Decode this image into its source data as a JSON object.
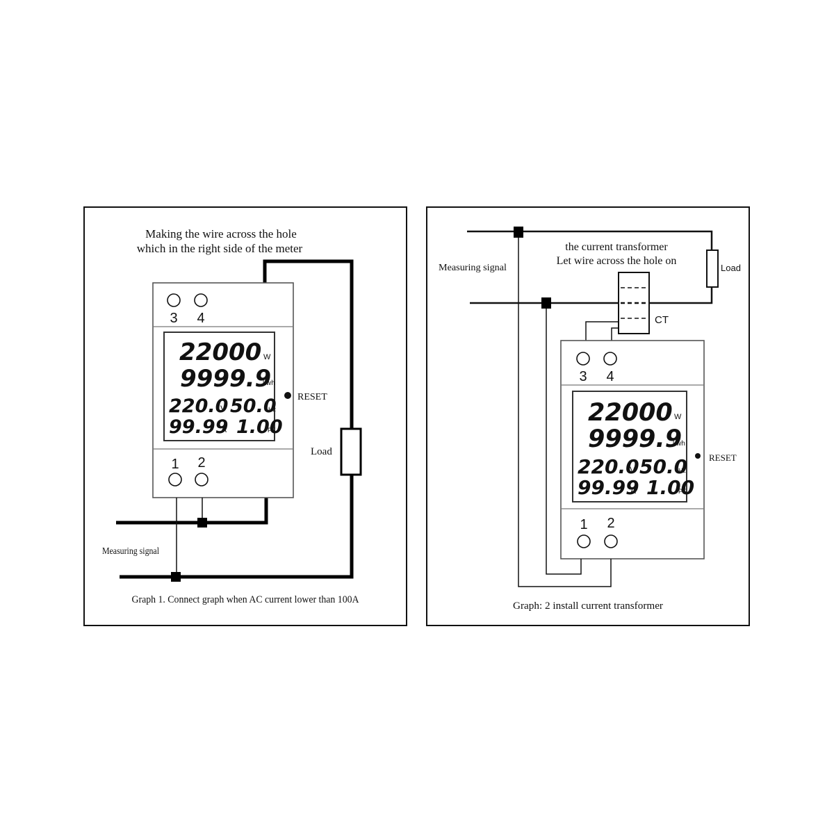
{
  "panel1": {
    "title_line1": "Making the wire across the hole",
    "title_line2": "which in the right side of the meter",
    "caption": "Graph 1. Connect graph when AC current lower than 100A",
    "measuring_label": "Measuring signal",
    "load_label": "Load",
    "reset_label": "RESET"
  },
  "panel2": {
    "title_line1": "the current transformer",
    "title_line2": "Let wire across the hole on",
    "caption": "Graph: 2 install current transformer",
    "measuring_label": "Measuring signal",
    "load_label": "Load",
    "ct_label": "CT",
    "reset_label": "RESET"
  },
  "meter": {
    "terminal_top_left": "3",
    "terminal_top_right": "4",
    "terminal_bottom_left": "1",
    "terminal_bottom_right": "2",
    "power_value": "22000",
    "power_unit": "W",
    "energy_value": "9999.9",
    "energy_unit": "kwh",
    "voltage_value": "220.0",
    "voltage_unit": "V",
    "frequency_value": "50.0",
    "frequency_unit": "Hz",
    "current_value": "99.99",
    "current_unit": "A",
    "pf_value": "1.00",
    "pf_unit": "PF"
  }
}
